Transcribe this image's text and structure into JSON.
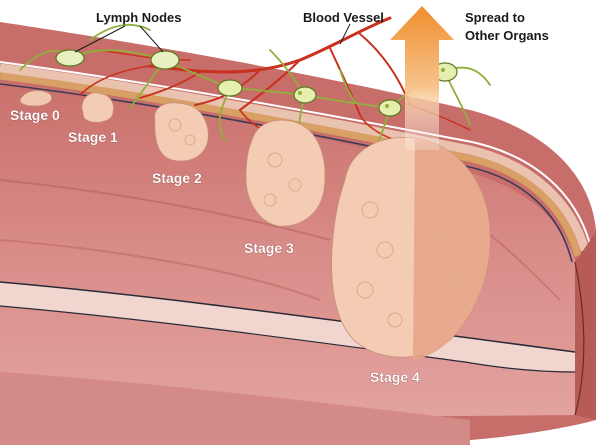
{
  "labels": {
    "lymph_nodes": "Lymph Nodes",
    "blood_vessel": "Blood Vessel",
    "spread_line1": "Spread to",
    "spread_line2": "Other Organs"
  },
  "stages": [
    {
      "label": "Stage 0"
    },
    {
      "label": "Stage 1"
    },
    {
      "label": "Stage 2"
    },
    {
      "label": "Stage 3"
    },
    {
      "label": "Stage 4"
    }
  ],
  "colors": {
    "tissue": "#d98a86",
    "tissue_dark": "#b5605c",
    "muscle_band": "#d8a064",
    "tumor": "#f4cbb3",
    "tumor_cut": "#e8a98c",
    "vessel": "#c8321e",
    "lymph": "#8fb03a",
    "arrow": "#f0a040"
  }
}
